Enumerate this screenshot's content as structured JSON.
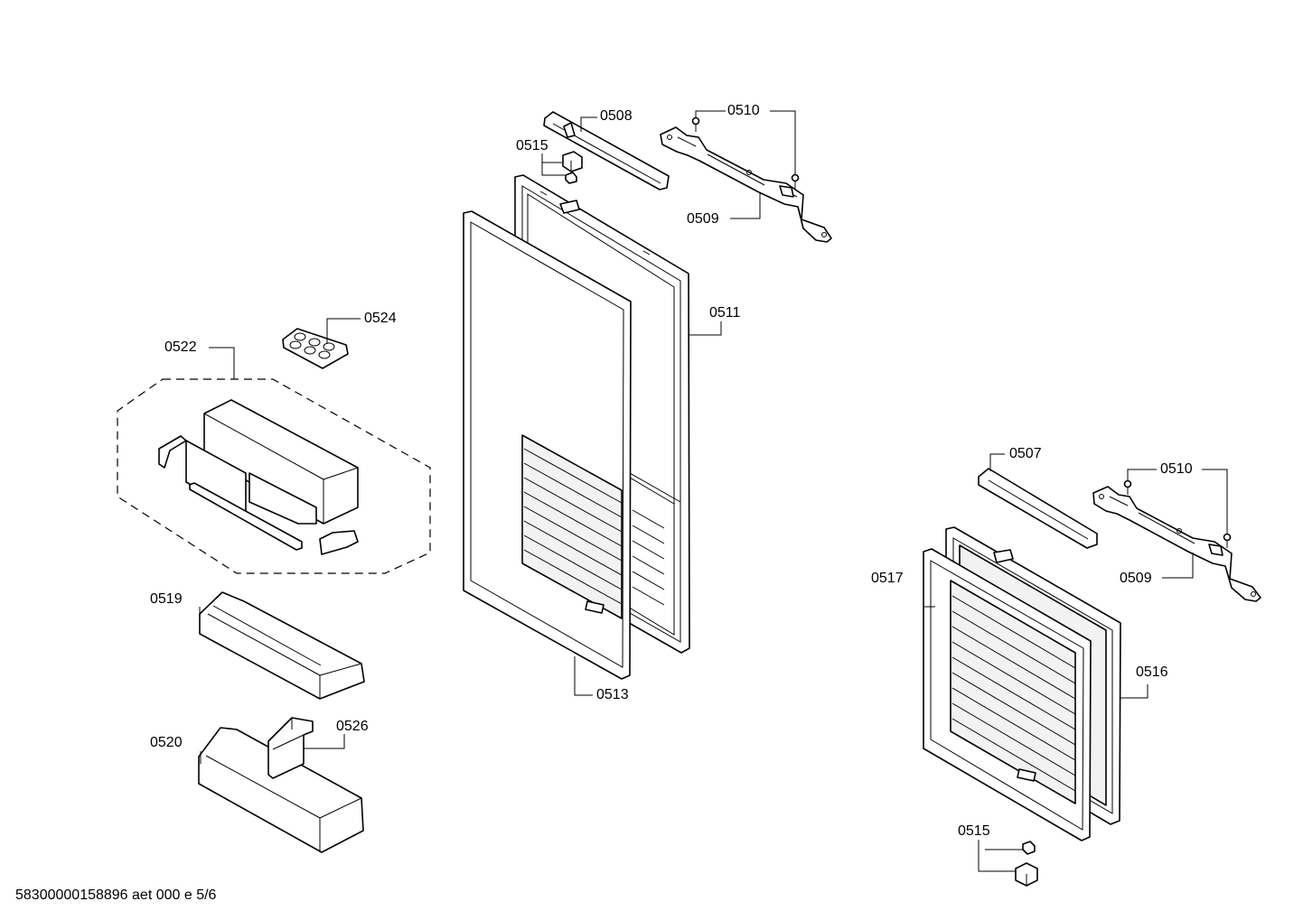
{
  "labels": {
    "p0508": "0508",
    "p0515a": "0515",
    "p0510a": "0510",
    "p0509a": "0509",
    "p0511": "0511",
    "p0524": "0524",
    "p0522": "0522",
    "p0519": "0519",
    "p0513": "0513",
    "p0520": "0520",
    "p0526": "0526",
    "p0507": "0507",
    "p0510b": "0510",
    "p0517": "0517",
    "p0509b": "0509",
    "p0516": "0516",
    "p0515b": "0515"
  },
  "footer": "58300000158896 aet 000 e 5/6"
}
